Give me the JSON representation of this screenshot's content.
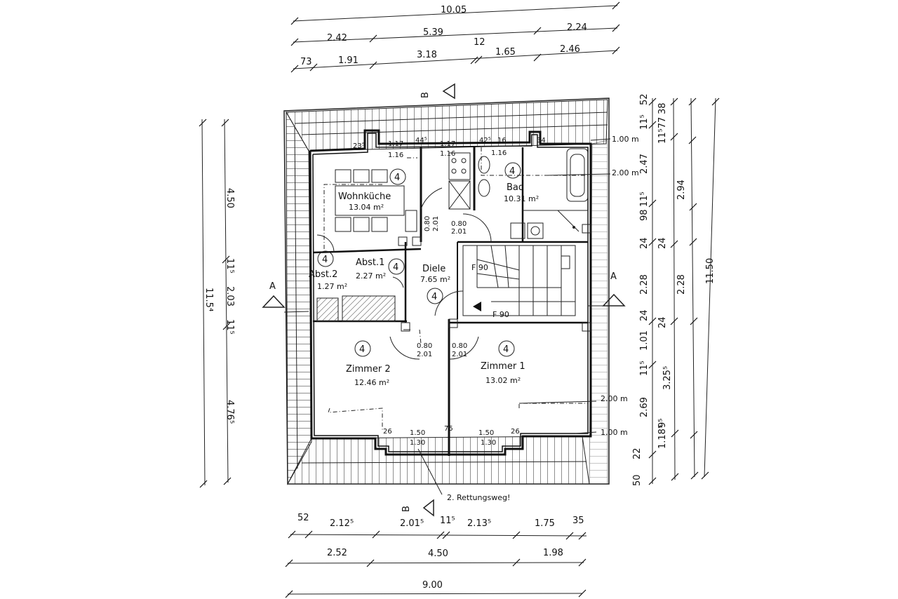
{
  "dims": {
    "top": [
      "10.05",
      "2.42",
      "5.39",
      "2.24",
      "73",
      "1.91",
      "3.18",
      "12",
      "1.65",
      "2.46"
    ],
    "left": [
      "4.50",
      "11⁵",
      "2.03",
      "11⁵",
      "4.76⁵",
      "11.5⁴"
    ],
    "right_inner": [
      "52",
      "11⁵",
      "2.47",
      "98",
      "11⁵",
      "24",
      "2.28",
      "24",
      "1.01",
      "11⁵",
      "2.69",
      "22",
      "50"
    ],
    "right_mid": [
      "38",
      "11⁵77",
      "2.94",
      "24",
      "2.28",
      "24",
      "3.25⁵",
      "1.18⁵",
      "9⁵"
    ],
    "right_outer": [
      "11.50"
    ],
    "bottom": [
      "52",
      "2.12⁵",
      "2.01⁵",
      "11⁵",
      "2.13⁵",
      "1.75",
      "35",
      "2.52",
      "4.50",
      "1.98",
      "9.00"
    ],
    "windows_top": [
      "23⁵",
      "1.17",
      "44⁵",
      "1.17",
      "42⁵",
      "16",
      "34",
      "1.16",
      "1.16",
      "1.16"
    ],
    "windows_bottom": [
      "26",
      "1.50",
      "1.30",
      "75",
      "1.50",
      "1.30",
      "26"
    ],
    "doors": [
      "0.80",
      "2.01",
      "0.80",
      "2.01",
      "0.80",
      "2.01",
      "0.80",
      "2.01"
    ],
    "heights": [
      "1.00 m",
      "2.00 m",
      "2.00 m",
      "1.00 m"
    ]
  },
  "rooms": [
    {
      "name": "Wohnküche",
      "area": "13.04 m²",
      "num": "4"
    },
    {
      "name": "Bad",
      "area": "10.31 m²",
      "num": "4"
    },
    {
      "name": "Abst.1",
      "area": "2.27 m²",
      "num": "4"
    },
    {
      "name": "Abst.2",
      "area": "1.27 m²",
      "num": "4"
    },
    {
      "name": "Diele",
      "area": "7.65 m²",
      "num": "4"
    },
    {
      "name": "Zimmer 2",
      "area": "12.46 m²",
      "num": "4"
    },
    {
      "name": "Zimmer 1",
      "area": "13.02 m²",
      "num": "4"
    }
  ],
  "labels": {
    "section_b": "B",
    "section_a": "A",
    "fire1": "F 90",
    "fire2": "F 90",
    "escape": "2. Rettungsweg!"
  }
}
